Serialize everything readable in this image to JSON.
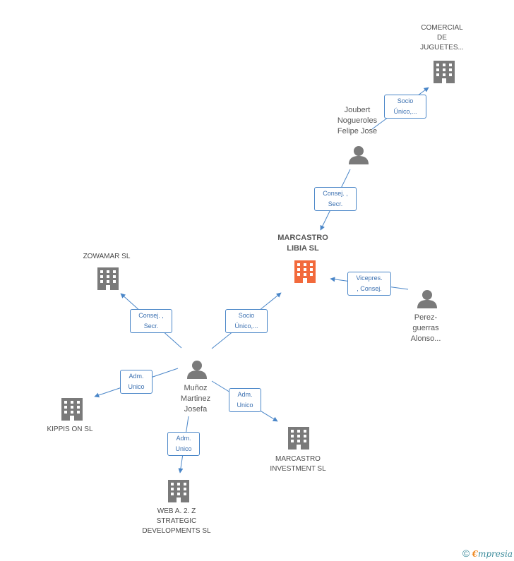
{
  "nodes": {
    "comercial": {
      "line1": "COMERCIAL",
      "line2": "DE",
      "line3": "JUGUETES..."
    },
    "joubert": {
      "line1": "Joubert",
      "line2": "Nogueroles",
      "line3": "Felipe Jose"
    },
    "marcastro_libia": {
      "line1": "MARCASTRO",
      "line2": "LIBIA SL"
    },
    "zowamar": {
      "line1": "ZOWAMAR SL"
    },
    "perez": {
      "line1": "Perez-",
      "line2": "guerras",
      "line3": "Alonso..."
    },
    "munoz": {
      "line1": "Muñoz",
      "line2": "Martinez",
      "line3": "Josefa"
    },
    "kippis": {
      "line1": "KIPPIS ON SL"
    },
    "marcastro_inv": {
      "line1": "MARCASTRO",
      "line2": "INVESTMENT SL"
    },
    "weba": {
      "line1": "WEB A.  2. Z",
      "line2": "STRATEGIC",
      "line3": "DEVELOPMENTS SL"
    }
  },
  "edges": {
    "joubert_comercial": {
      "line1": "Socio",
      "line2": "Único,..."
    },
    "joubert_libia": {
      "line1": "Consej. ,",
      "line2": "Secr."
    },
    "perez_libia": {
      "line1": "Vicepres.",
      "line2": ", Consej."
    },
    "munoz_zowamar": {
      "line1": "Consej. ,",
      "line2": "Secr."
    },
    "munoz_libia": {
      "line1": "Socio",
      "line2": "Único,..."
    },
    "munoz_kippis": {
      "line1": "Adm.",
      "line2": "Unico"
    },
    "munoz_inv": {
      "line1": "Adm.",
      "line2": "Unico"
    },
    "munoz_weba": {
      "line1": "Adm.",
      "line2": "Unico"
    }
  },
  "colors": {
    "edge": "#4a86c8",
    "company_icon": "#7a7a7a",
    "main_icon": "#f26a3c",
    "person_icon": "#7a7a7a"
  },
  "icons": {
    "company": "building-icon",
    "person": "person-icon"
  },
  "footer": {
    "copyright": "©",
    "brand_first": "€",
    "brand_rest": "mpresia"
  }
}
